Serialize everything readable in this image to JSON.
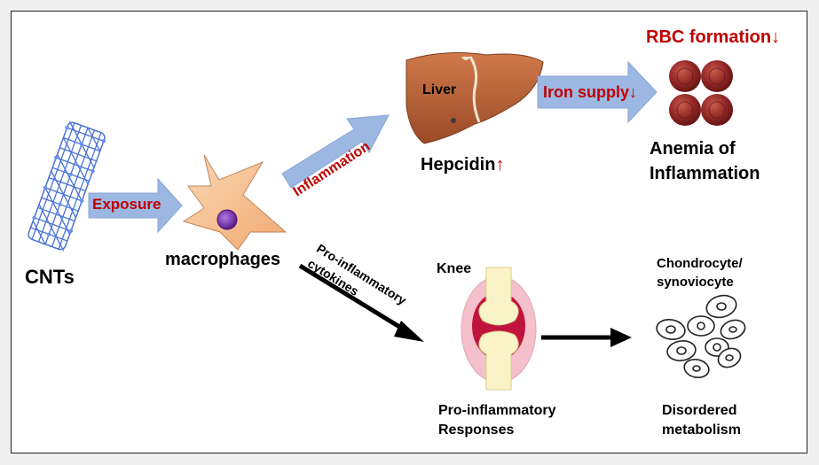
{
  "labels": {
    "cnts": "CNTs",
    "exposure": "Exposure",
    "macrophages": "macrophages",
    "inflammation": "Inflammation",
    "liver": "Liver",
    "hepcidin": "Hepcidin",
    "hepcidin_arrow": "↑",
    "iron_supply": "Iron supply",
    "iron_arrow": "↓",
    "rbc_formation": "RBC formation",
    "rbc_arrow": "↓",
    "anemia_line1": "Anemia of",
    "anemia_line2": "Inflammation",
    "cytokines_line1": "Pro-inflammatory",
    "cytokines_line2": "cytokines",
    "knee": "Knee",
    "responses_line1": "Pro-inflammatory",
    "responses_line2": "Responses",
    "chondro_line1": "Chondrocyte/",
    "chondro_line2": "synoviocyte",
    "disordered_line1": "Disordered",
    "disordered_line2": "metabolism"
  },
  "colors": {
    "arrow_fill": "#9db7e3",
    "accent_red": "#c00000",
    "nanotube": "#4a72d6",
    "liver": "#b8643a",
    "rbc": "#8e2424",
    "macrophage": "#f6bf8f",
    "nucleus": "#7b2fb8"
  }
}
